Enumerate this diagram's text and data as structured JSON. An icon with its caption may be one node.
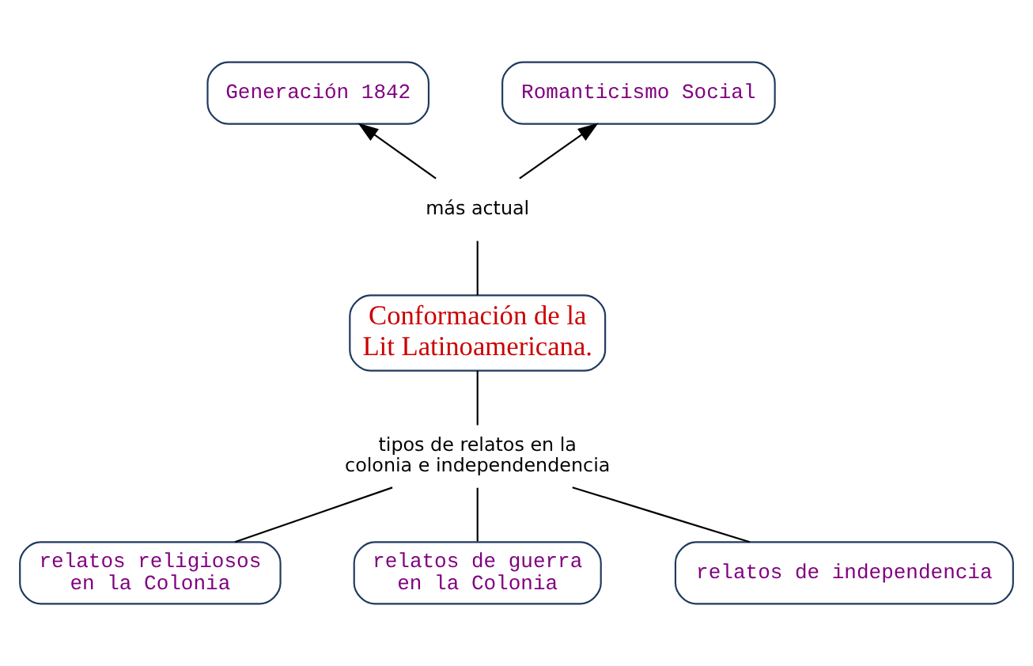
{
  "diagram": {
    "nodes": [
      {
        "text": [
          "Generación 1842"
        ]
      },
      {
        "text": [
          "Romanticismo Social"
        ]
      },
      {
        "text": [
          "más actual"
        ]
      },
      {
        "text": [
          "Conformación de la Lit Latinoamericana."
        ]
      },
      {
        "text": [
          "tipos de relatos en la colonia e independendencia"
        ]
      },
      {
        "text": [
          "relatos religiosos en la Colonia"
        ]
      },
      {
        "text": [
          "relatos de guerra en la Colonia"
        ]
      },
      {
        "text": [
          "relatos de independencia"
        ]
      }
    ],
    "edges": [
      {
        "from": 3,
        "to": 2,
        "arrow": "none"
      },
      {
        "from": 2,
        "to": 0,
        "arrow": "to"
      },
      {
        "from": 2,
        "to": 1,
        "arrow": "to"
      },
      {
        "from": 3,
        "to": 4,
        "arrow": "none"
      },
      {
        "from": 4,
        "to": 5,
        "arrow": "none"
      },
      {
        "from": 4,
        "to": 6,
        "arrow": "none"
      },
      {
        "from": 4,
        "to": 7,
        "arrow": "none"
      }
    ]
  }
}
